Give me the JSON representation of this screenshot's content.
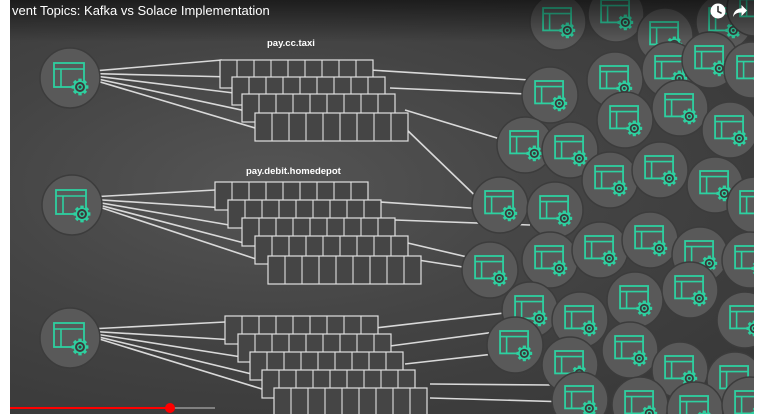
{
  "video": {
    "title": "vent Topics: Kafka vs Solace Implementation",
    "progress": 0.78
  },
  "controls": {
    "watch_later_icon": "clock-icon",
    "share_icon": "share-arrow-icon"
  },
  "topics": [
    {
      "name": "pay.cc.taxi"
    },
    {
      "name": "pay.debit.homedepot"
    }
  ],
  "colors": {
    "background": "#444444",
    "accent": "#2ed0a0",
    "lines": "#d9d9d9",
    "progress": "#ff0000"
  }
}
